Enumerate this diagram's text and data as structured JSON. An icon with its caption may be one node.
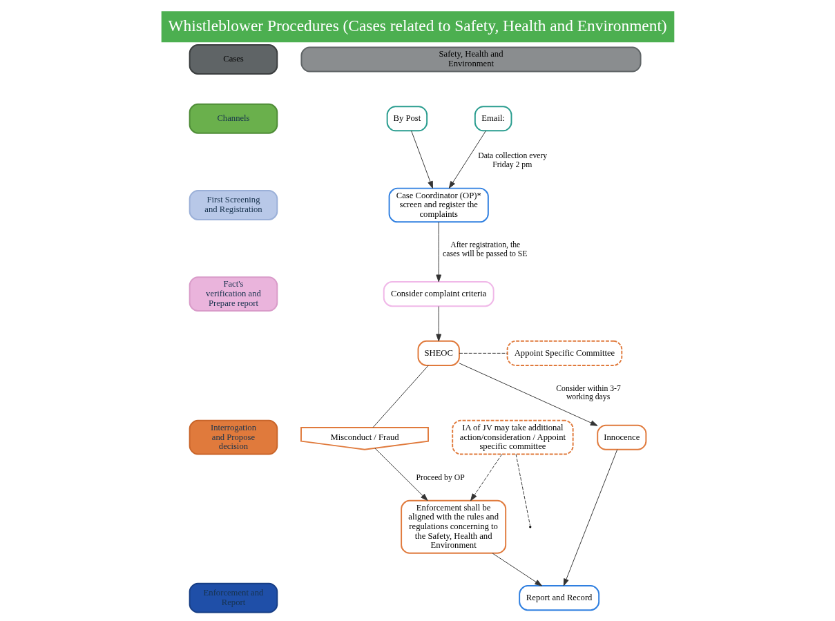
{
  "diagram": {
    "title": "Whistleblower Procedures (Cases related to Safety, Health and Environment)",
    "nodes": [
      {
        "text": [
          "Cases"
        ]
      },
      {
        "text": [
          "Channels"
        ]
      },
      {
        "text": [
          "First Screening and Registration"
        ]
      },
      {
        "text": [
          "Fact's verification and Prepare report"
        ]
      },
      {
        "text": [
          "Interrogation and Propose decision"
        ]
      },
      {
        "text": [
          "Enforcement and Report"
        ]
      },
      {
        "text": [
          "Safety, Health and Environment"
        ]
      },
      {
        "text": [
          "By Post"
        ]
      },
      {
        "text": [
          "Email:"
        ]
      },
      {
        "text": [
          "Case Coordinator (OP)* screen and register the complaints"
        ]
      },
      {
        "text": [
          "Consider complaint criteria"
        ]
      },
      {
        "text": [
          "SHEOC"
        ]
      },
      {
        "text": [
          "Appoint Specific Committee"
        ]
      },
      {
        "text": [
          "Misconduct / Fraud"
        ]
      },
      {
        "text": [
          "Innocence"
        ]
      },
      {
        "text": [
          "IA of JV may take additional action/consideration / Appoint specific committee"
        ]
      },
      {
        "text": [
          "Enforcement shall be aligned with the rules and regulations concerning to the Safety, Health and Environment"
        ]
      },
      {
        "text": [
          "Report and Record"
        ]
      }
    ],
    "edges": [
      {
        "from": 7,
        "to": 9,
        "arrow": "to"
      },
      {
        "from": 8,
        "to": 9,
        "arrow": "to",
        "label": "Data collection every Friday 2 pm"
      },
      {
        "from": 9,
        "to": 10,
        "arrow": "to",
        "label": "After registration, the cases will be passed to SE"
      },
      {
        "from": 10,
        "to": 11,
        "arrow": "to"
      },
      {
        "from": 11,
        "to": 12,
        "arrow": "none",
        "style": "dashed"
      },
      {
        "from": 11,
        "to": 13,
        "arrow": "none"
      },
      {
        "from": 11,
        "to": 14,
        "arrow": "to",
        "label": "Consider within 3-7 working days"
      },
      {
        "from": 13,
        "to": 16,
        "arrow": "to",
        "label": "Proceed by OP"
      },
      {
        "from": 15,
        "to": null,
        "arrow": "none",
        "style": "dashed"
      },
      {
        "from": 15,
        "to": 16,
        "arrow": "to",
        "style": "dashed"
      },
      {
        "from": 14,
        "to": 17,
        "arrow": "to"
      },
      {
        "from": 16,
        "to": 17,
        "arrow": "to"
      }
    ]
  }
}
